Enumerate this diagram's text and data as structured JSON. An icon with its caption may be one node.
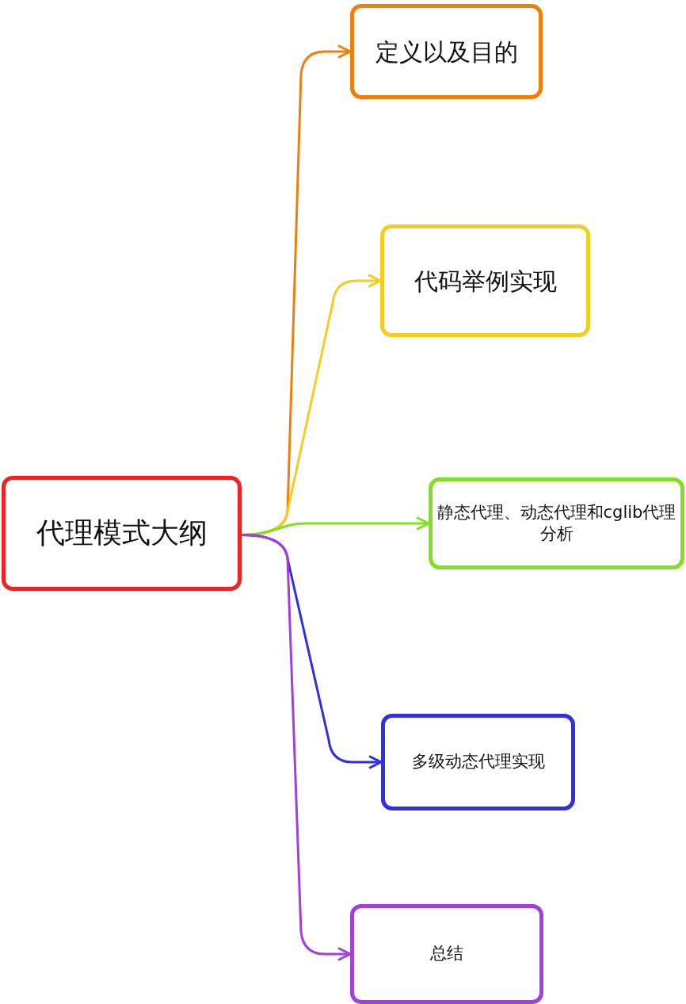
{
  "diagram": {
    "nodes": [
      {
        "text": [
          "代理模式大纲"
        ]
      },
      {
        "text": [
          "定义以及目的"
        ]
      },
      {
        "text": [
          "代码举例实现"
        ]
      },
      {
        "text": [
          "静态代理、动态代理和cglib代理分析"
        ]
      },
      {
        "text": [
          "多级动态代理实现"
        ]
      },
      {
        "text": [
          "总结"
        ]
      }
    ],
    "edges": [
      {
        "from": 0,
        "to": 1,
        "arrow": "to",
        "color": "#f07f0a"
      },
      {
        "from": 0,
        "to": 2,
        "arrow": "to",
        "color": "#f5cc20"
      },
      {
        "from": 0,
        "to": 3,
        "arrow": "to",
        "color": "#80e020"
      },
      {
        "from": 0,
        "to": 4,
        "arrow": "to",
        "color": "#3030e0"
      },
      {
        "from": 0,
        "to": 5,
        "arrow": "to",
        "color": "#a040e0"
      }
    ]
  }
}
